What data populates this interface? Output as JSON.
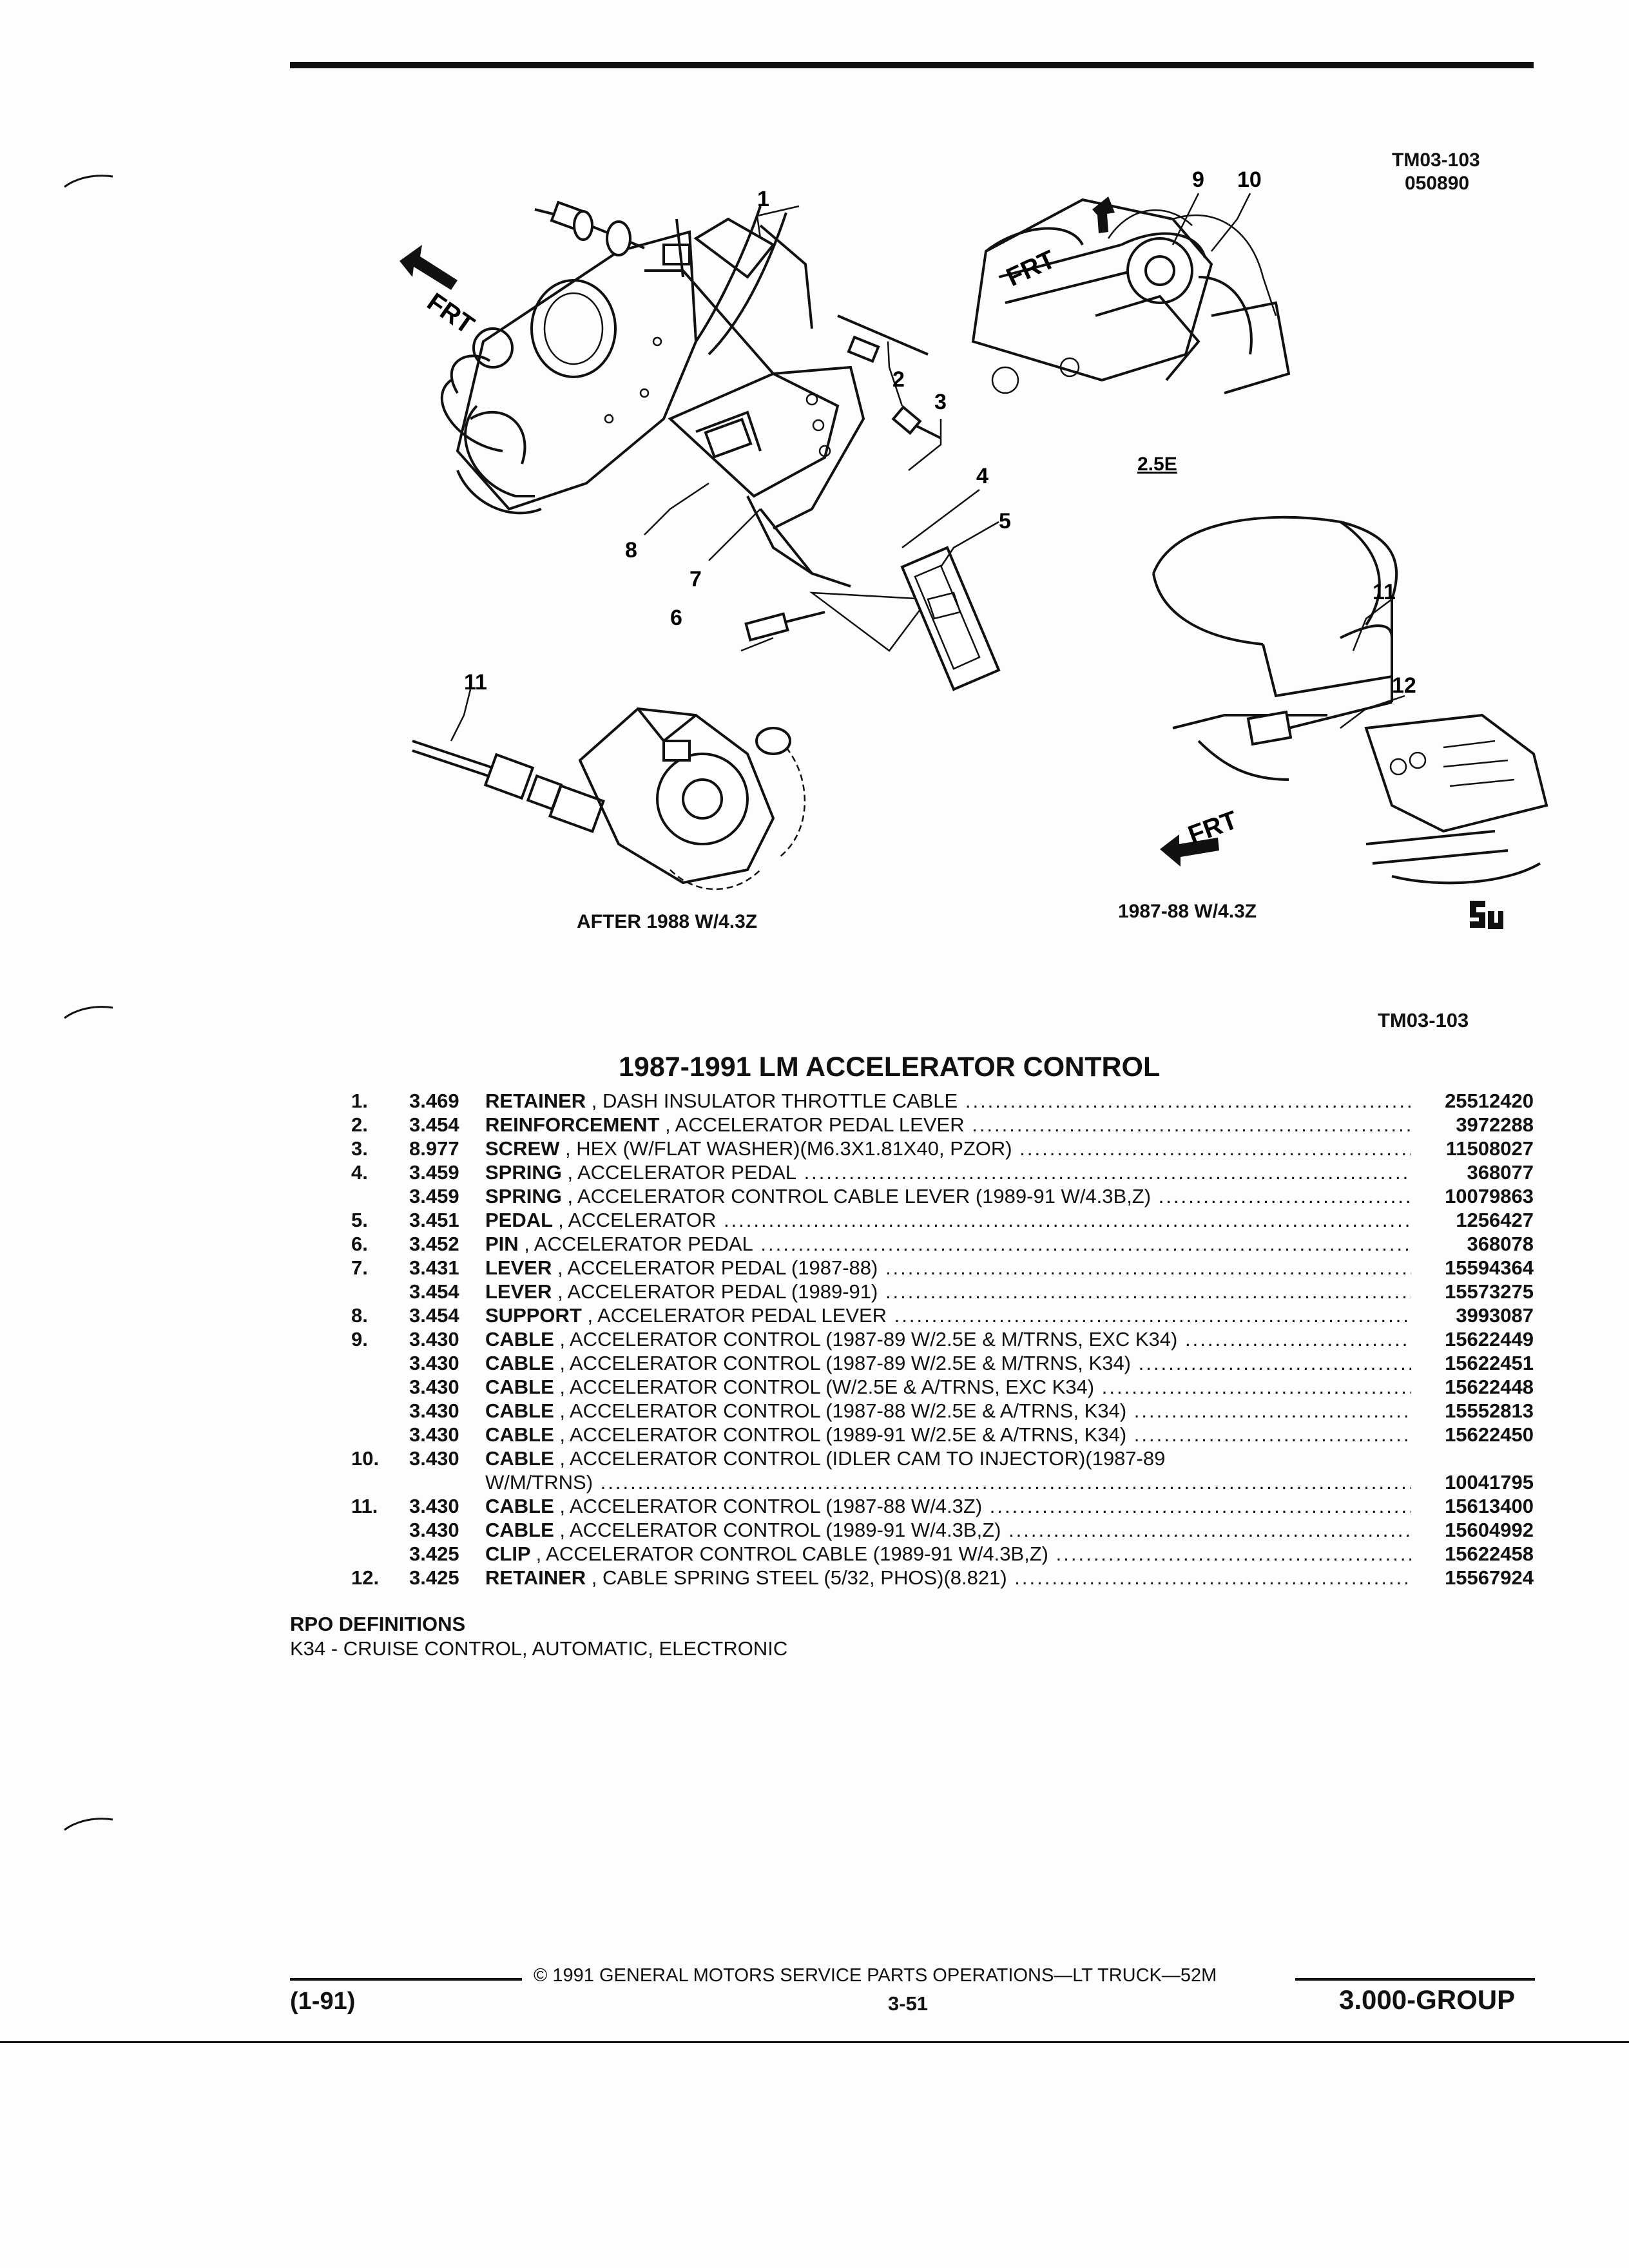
{
  "header": {
    "illustration_code": "TM03-103",
    "illustration_date": "050890",
    "section_code": "TM03-103"
  },
  "illustration": {
    "caption_left": "AFTER 1988 W/4.3Z",
    "caption_right": "1987-88 W/4.3Z",
    "engine_label": "2.5E",
    "front_label": "FRT",
    "callouts": [
      "1",
      "2",
      "3",
      "4",
      "5",
      "6",
      "7",
      "8",
      "9",
      "10",
      "11",
      "11",
      "12"
    ]
  },
  "title": "1987-1991 LM ACCELERATOR CONTROL",
  "parts": [
    {
      "num": "1.",
      "code": "3.469",
      "name": "RETAINER",
      "desc": ", DASH INSULATOR THROTTLE CABLE",
      "pn": "25512420"
    },
    {
      "num": "2.",
      "code": "3.454",
      "name": "REINFORCEMENT",
      "desc": ", ACCELERATOR PEDAL LEVER",
      "pn": "3972288"
    },
    {
      "num": "3.",
      "code": "8.977",
      "name": "SCREW",
      "desc": ", HEX (W/FLAT WASHER)(M6.3X1.81X40, PZOR)",
      "pn": "11508027"
    },
    {
      "num": "4.",
      "code": "3.459",
      "name": "SPRING",
      "desc": ", ACCELERATOR PEDAL",
      "pn": "368077"
    },
    {
      "num": "",
      "code": "3.459",
      "name": "SPRING",
      "desc": ", ACCELERATOR CONTROL CABLE LEVER (1989-91 W/4.3B,Z)",
      "pn": "10079863"
    },
    {
      "num": "5.",
      "code": "3.451",
      "name": "PEDAL",
      "desc": ", ACCELERATOR",
      "pn": "1256427"
    },
    {
      "num": "6.",
      "code": "3.452",
      "name": "PIN",
      "desc": ", ACCELERATOR PEDAL",
      "pn": "368078"
    },
    {
      "num": "7.",
      "code": "3.431",
      "name": "LEVER",
      "desc": ", ACCELERATOR PEDAL (1987-88)",
      "pn": "15594364"
    },
    {
      "num": "",
      "code": "3.454",
      "name": "LEVER",
      "desc": ", ACCELERATOR PEDAL (1989-91)",
      "pn": "15573275"
    },
    {
      "num": "8.",
      "code": "3.454",
      "name": "SUPPORT",
      "desc": ", ACCELERATOR PEDAL LEVER",
      "pn": "3993087"
    },
    {
      "num": "9.",
      "code": "3.430",
      "name": "CABLE",
      "desc": ", ACCELERATOR CONTROL (1987-89 W/2.5E & M/TRNS, EXC K34)",
      "pn": "15622449"
    },
    {
      "num": "",
      "code": "3.430",
      "name": "CABLE",
      "desc": ", ACCELERATOR CONTROL (1987-89 W/2.5E & M/TRNS, K34)",
      "pn": "15622451"
    },
    {
      "num": "",
      "code": "3.430",
      "name": "CABLE",
      "desc": ", ACCELERATOR CONTROL (W/2.5E & A/TRNS, EXC K34)",
      "pn": "15622448"
    },
    {
      "num": "",
      "code": "3.430",
      "name": "CABLE",
      "desc": ", ACCELERATOR CONTROL (1987-88 W/2.5E & A/TRNS, K34)",
      "pn": "15552813"
    },
    {
      "num": "",
      "code": "3.430",
      "name": "CABLE",
      "desc": ", ACCELERATOR CONTROL (1989-91 W/2.5E & A/TRNS, K34)",
      "pn": "15622450"
    },
    {
      "num": "10.",
      "code": "3.430",
      "name": "CABLE",
      "desc": ", ACCELERATOR CONTROL (IDLER CAM TO INJECTOR)(1987-89",
      "pn": ""
    },
    {
      "num": "",
      "code": "",
      "name": "",
      "desc": "W/M/TRNS)",
      "pn": "10041795"
    },
    {
      "num": "11.",
      "code": "3.430",
      "name": "CABLE",
      "desc": ", ACCELERATOR CONTROL (1987-88 W/4.3Z)",
      "pn": "15613400"
    },
    {
      "num": "",
      "code": "3.430",
      "name": "CABLE",
      "desc": ", ACCELERATOR CONTROL (1989-91 W/4.3B,Z)",
      "pn": "15604992"
    },
    {
      "num": "",
      "code": "3.425",
      "name": "CLIP",
      "desc": ", ACCELERATOR CONTROL CABLE (1989-91 W/4.3B,Z)",
      "pn": "15622458"
    },
    {
      "num": "12.",
      "code": "3.425",
      "name": "RETAINER",
      "desc": ", CABLE SPRING STEEL (5/32, PHOS)(8.821)",
      "pn": "15567924"
    }
  ],
  "rpo": {
    "heading": "RPO DEFINITIONS",
    "definition": "K34 - CRUISE CONTROL, AUTOMATIC, ELECTRONIC"
  },
  "footer": {
    "copyright": "© 1991 GENERAL MOTORS SERVICE PARTS OPERATIONS—LT TRUCK—52M",
    "date": "(1-91)",
    "page": "3-51",
    "group": "3.000-GROUP"
  }
}
